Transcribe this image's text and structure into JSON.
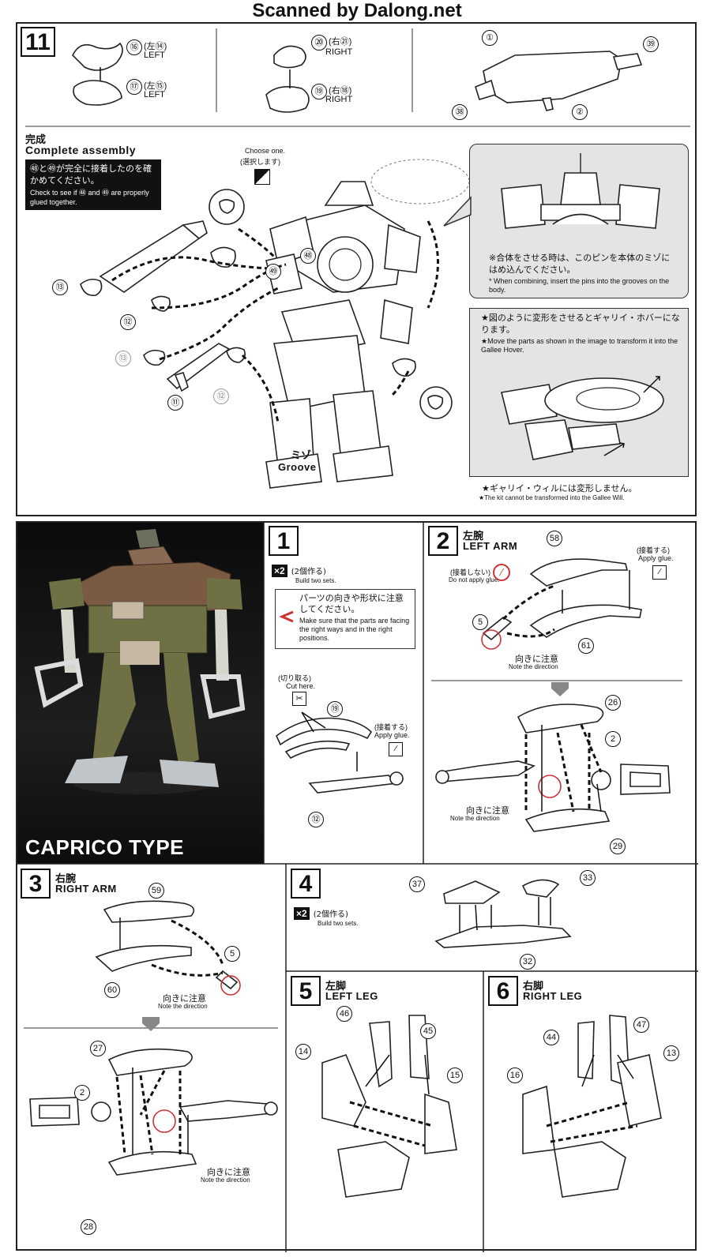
{
  "header": {
    "scan_credit": "Scanned by Dalong.net"
  },
  "step11": {
    "number": "11",
    "hands_left": [
      {
        "part": "⑯",
        "alt": "(左⑭)",
        "side": "LEFT"
      },
      {
        "part": "⑰",
        "alt": "(左⑮)",
        "side": "LEFT"
      }
    ],
    "hands_right": [
      {
        "part": "⑳",
        "alt": "(右㉑)",
        "side": "RIGHT"
      },
      {
        "part": "⑲",
        "alt": "(右⑱)",
        "side": "RIGHT"
      }
    ],
    "gun_parts": [
      "①",
      "㊴",
      "㊳",
      "②"
    ],
    "complete_jp": "完成",
    "complete_en": "Complete assembly",
    "glue_note_jp": "㊽と㊾が完全に接着したのを確かめてください。",
    "glue_note_en": "Check to see if ㊽ and ㊾ are properly glued together.",
    "choose_en": "Choose one.",
    "choose_jp": "(選択します)",
    "assembly_parts": [
      "⑬",
      "⑫",
      "⑬",
      "⑪",
      "⑫",
      "㊽",
      "㊾"
    ],
    "groove_jp": "ミゾ",
    "groove_en": "Groove",
    "pin_note_jp": "※合体をさせる時は、このピンを本体のミゾにはめ込んでください。",
    "pin_note_en": "* When combining, insert the pins into the grooves on the body.",
    "transform_jp": "★図のように変形をさせるとギャリイ・ホバーになります。",
    "transform_en": "★Move the parts as shown in the image to transform it into the Gallee Hover.",
    "no_transform_jp": "★ギャリイ・ウィルには変形しません。",
    "no_transform_en": "★The kit cannot be transformed into the Gallee Will."
  },
  "photo": {
    "caption": "CAPRICO TYPE"
  },
  "step1": {
    "number": "1",
    "x2": "×2",
    "make_two_jp": "(2個作る)",
    "make_two_en": "Build two sets.",
    "caution_jp": "パーツの向きや形状に注意してください。",
    "caution_en": "Make sure that the parts are facing the right ways and in the right positions.",
    "cut_jp": "(切り取る)",
    "cut_en": "Cut here.",
    "glue_jp": "(接着する)",
    "glue_en": "Apply glue.",
    "parts": [
      "⑲",
      "⑫"
    ]
  },
  "step2": {
    "number": "2",
    "title_jp": "左腕",
    "title_en": "LEFT ARM",
    "glue_jp": "(接着する)",
    "glue_en": "Apply glue.",
    "noglue_jp": "(接着しない)",
    "noglue_en": "Do not apply glue.",
    "direction_jp": "向きに注意",
    "direction_en": "Note the direction",
    "parts": [
      "58",
      "5",
      "61",
      "26",
      "2",
      "29"
    ]
  },
  "step3": {
    "number": "3",
    "title_jp": "右腕",
    "title_en": "RIGHT ARM",
    "direction_jp": "向きに注意",
    "direction_en": "Note the direction",
    "parts": [
      "59",
      "5",
      "60",
      "27",
      "2",
      "28"
    ]
  },
  "step4": {
    "number": "4",
    "x2": "×2",
    "make_two_jp": "(2個作る)",
    "make_two_en": "Build two sets.",
    "parts": [
      "37",
      "33",
      "32"
    ]
  },
  "step5": {
    "number": "5",
    "title_jp": "左脚",
    "title_en": "LEFT LEG",
    "parts": [
      "46",
      "45",
      "14",
      "15"
    ]
  },
  "step6": {
    "number": "6",
    "title_jp": "右脚",
    "title_en": "RIGHT LEG",
    "parts": [
      "47",
      "44",
      "13",
      "16"
    ]
  }
}
